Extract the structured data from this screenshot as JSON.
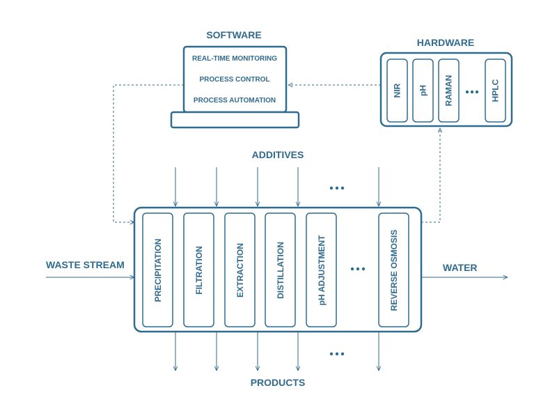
{
  "software": {
    "title": "SOFTWARE",
    "items": [
      "REAL-TIME MONITORING",
      "PROCESS CONTROL",
      "PROCESS AUTOMATION"
    ]
  },
  "hardware": {
    "title": "HARDWARE",
    "sensors": [
      "NIR",
      "pH",
      "RAMAN",
      "HPLC"
    ]
  },
  "additives": "ADDITIVES",
  "waste_stream": "WASTE STREAM",
  "water": "WATER",
  "products": "PRODUCTS",
  "processes": [
    "PRECIPITATION",
    "FILTRATION",
    "EXTRACTION",
    "DISTILLATION",
    "pH ADJUSTMENT",
    "REVERSE OSMOSIS"
  ],
  "colors": {
    "accent": "#2f6a8f",
    "background": "#ffffff"
  }
}
